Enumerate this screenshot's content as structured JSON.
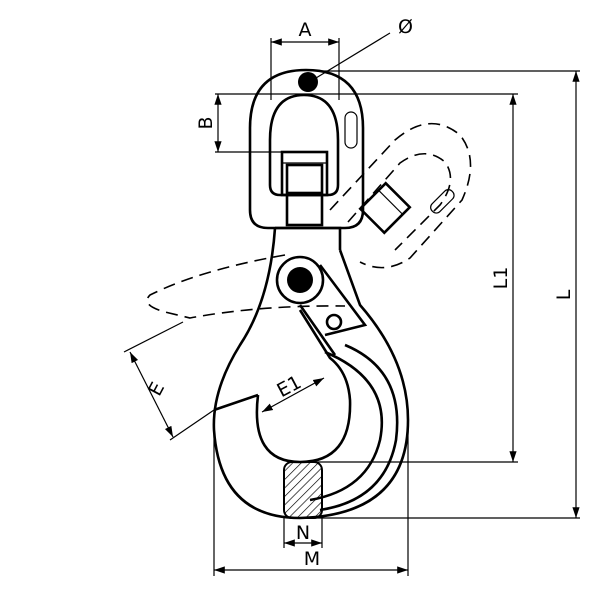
{
  "drawing": {
    "title": "Swivel self-locking hook dimension drawing",
    "labels": {
      "A": "A",
      "diameter": "Ø",
      "B": "B",
      "L1": "L1",
      "L": "L",
      "E": "E",
      "E1": "E1",
      "N": "N",
      "M": "M"
    },
    "colors": {
      "line": "#000000",
      "background": "#ffffff"
    }
  }
}
